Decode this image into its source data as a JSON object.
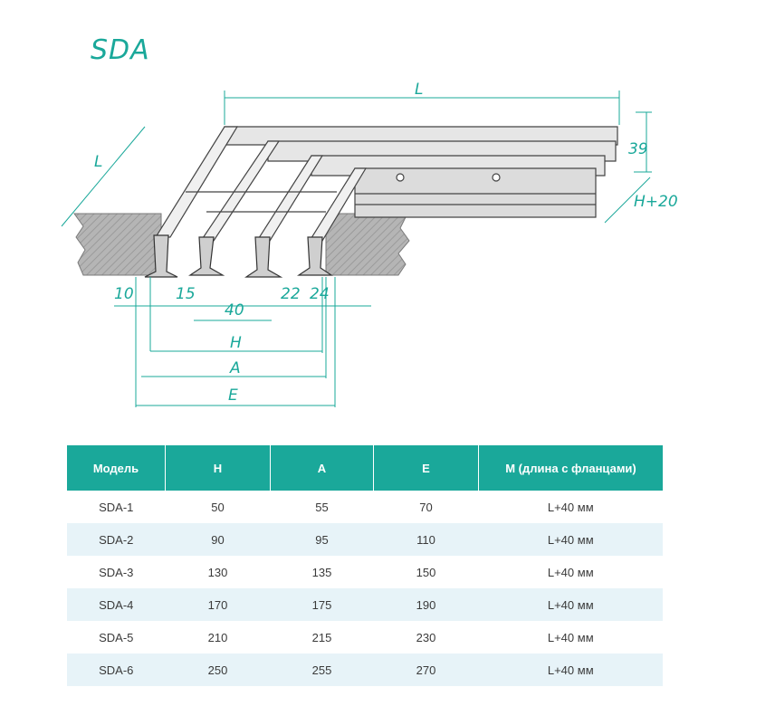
{
  "title": "SDA",
  "drawing": {
    "dimensions": {
      "length_top": "L",
      "length_side": "L",
      "height_39": "39",
      "h_plus_20": "H+20",
      "d10": "10",
      "d15": "15",
      "d40": "40",
      "d22": "22",
      "d24": "24",
      "h": "H",
      "a": "A",
      "e": "E"
    },
    "colors": {
      "accent": "#1aa89a",
      "wall": "#a8a8a8",
      "metal": "#d9d9d9"
    }
  },
  "table": {
    "headers": [
      "Модель",
      "H",
      "A",
      "E",
      "M (длина с фланцами)"
    ],
    "rows": [
      [
        "SDA-1",
        "50",
        "55",
        "70",
        "L+40 мм"
      ],
      [
        "SDA-2",
        "90",
        "95",
        "110",
        "L+40 мм"
      ],
      [
        "SDA-3",
        "130",
        "135",
        "150",
        "L+40 мм"
      ],
      [
        "SDA-4",
        "170",
        "175",
        "190",
        "L+40 мм"
      ],
      [
        "SDA-5",
        "210",
        "215",
        "230",
        "L+40 мм"
      ],
      [
        "SDA-6",
        "250",
        "255",
        "270",
        "L+40 мм"
      ]
    ]
  }
}
